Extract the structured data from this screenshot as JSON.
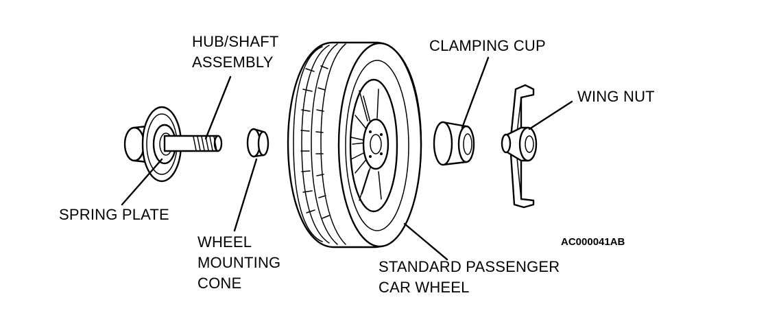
{
  "labels": {
    "hub_shaft": [
      "HUB/SHAFT",
      "ASSEMBLY"
    ],
    "spring_plate": "SPRING PLATE",
    "wheel_mounting_cone": [
      "WHEEL",
      "MOUNTING",
      "CONE"
    ],
    "clamping_cup": "CLAMPING CUP",
    "wing_nut": "WING NUT",
    "standard_wheel": [
      "STANDARD PASSENGER",
      "CAR WHEEL"
    ]
  },
  "figure_code": "AC000041AB"
}
